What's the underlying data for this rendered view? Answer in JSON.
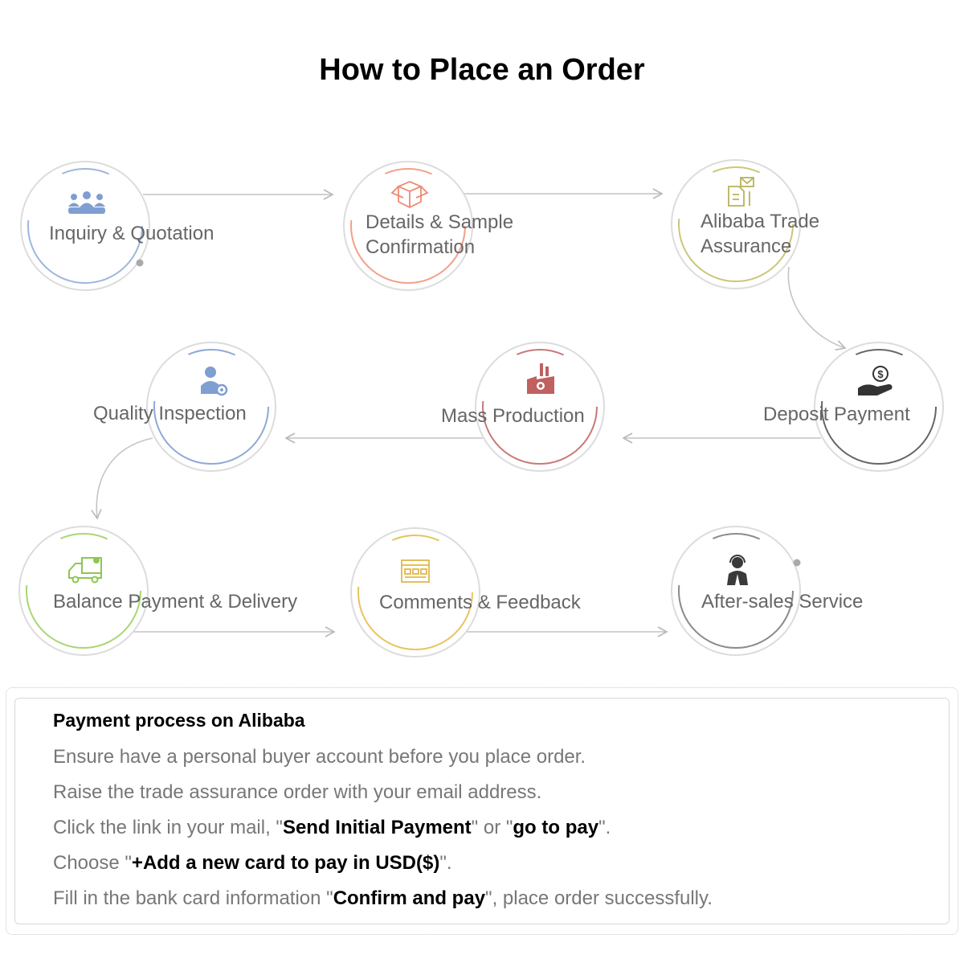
{
  "title": "How to Place an Order",
  "steps": [
    {
      "lines": [
        "Inquiry & Quotation"
      ],
      "icon": "people-group-icon",
      "color": "#9fb6dc"
    },
    {
      "lines": [
        "Details & Sample",
        "Confirmation"
      ],
      "icon": "open-box-icon",
      "color": "#f2a08a"
    },
    {
      "lines": [
        "Alibaba Trade",
        "Assurance"
      ],
      "icon": "document-envelope-icon",
      "color": "#c8c87a"
    },
    {
      "lines": [
        "Deposit Payment"
      ],
      "icon": "hand-coin-icon",
      "color": "#666666"
    },
    {
      "lines": [
        "Mass Production"
      ],
      "icon": "factory-icon",
      "color": "#c87878"
    },
    {
      "lines": [
        "Quality Inspection"
      ],
      "icon": "inspector-gear-icon",
      "color": "#8fa9d8"
    },
    {
      "lines": [
        "Balance Payment & Delivery"
      ],
      "icon": "delivery-truck-icon",
      "color": "#a9d673"
    },
    {
      "lines": [
        "Comments & Feedback"
      ],
      "icon": "feedback-panel-icon",
      "color": "#e8c45e"
    },
    {
      "lines": [
        "After-sales Service"
      ],
      "icon": "support-agent-icon",
      "color": "#8a8a8a"
    }
  ],
  "payment": {
    "heading": "Payment process on Alibaba",
    "l1": "Ensure have a personal buyer account before you place order.",
    "l2": "Raise the trade assurance order with your email address.",
    "l3_a": "Click the link in your mail, \"",
    "l3_b": "Send Initial Payment",
    "l3_c": "\" or \"",
    "l3_d": "go to pay",
    "l3_e": "\".",
    "l4_a": "Choose \"",
    "l4_b": "+Add a new card to pay in USD($)",
    "l4_c": "\".",
    "l5_a": "Fill in the bank card information \"",
    "l5_b": "Confirm and pay",
    "l5_c": "\", place order successfully."
  }
}
